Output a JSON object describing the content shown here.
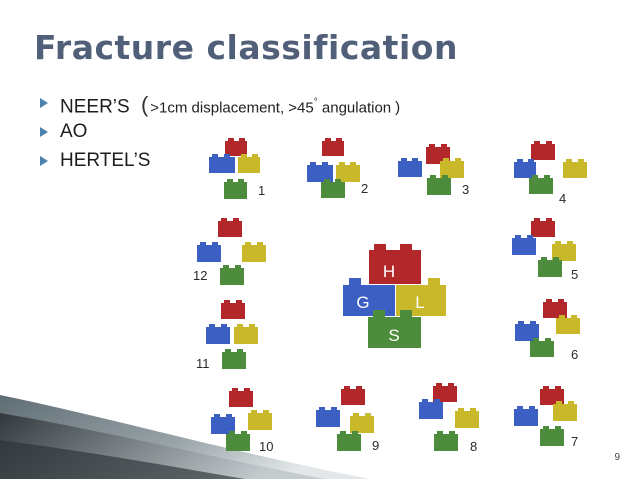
{
  "slide": {
    "title": "Fracture classification",
    "bullets": [
      {
        "main": "NEER’S",
        "paren_open": "(",
        "detail": ">1cm displacement, >45",
        "degree": "°",
        "detail_end": " angulation",
        "paren_close": ")"
      },
      {
        "main": "AO"
      },
      {
        "main": "HERTEL’S"
      }
    ],
    "center_letters": [
      "H",
      "G",
      "L",
      "S"
    ],
    "diagram_numbers": [
      "1",
      "2",
      "3",
      "4",
      "5",
      "6",
      "7",
      "8",
      "9",
      "10",
      "11",
      "12"
    ],
    "page_number": "9"
  },
  "colors": {
    "title": "#515f79",
    "bullet_icon": "#4a82ad",
    "red": "#b2282a",
    "blue": "#3c5fc4",
    "yellow": "#c9b92a",
    "green": "#4d8c3c"
  }
}
